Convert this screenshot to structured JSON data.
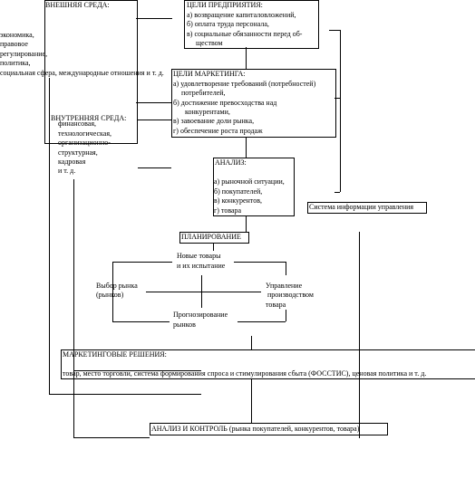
{
  "external_env": {
    "title": "ВНЕШНЯЯ СРЕДА:",
    "items": [
      "экономика,",
      "правовое",
      "регулирование,",
      "политика,",
      "социальная сфера, международные отношения и т. д."
    ]
  },
  "internal_env": {
    "title": "ВНУТРЕННЯЯ СРЕДА:",
    "items": [
      "финансовая,",
      "технологическая,",
      "организационно-",
      "структурная,",
      "кадровая",
      "и т. д."
    ]
  },
  "enterprise_goals": {
    "title": "ЦЕЛИ ПРЕДПРИЯТИЯ:",
    "items": [
      "а) возвращение капиталовложений,",
      "б) оплата труда персонала,",
      "в) социальные обязанности перед об-",
      "ществом"
    ]
  },
  "marketing_goals": {
    "title": "ЦЕЛИ МАРКЕТИНГА:",
    "items": [
      "а) удовлетворение требований (потребностей)",
      "потребителей,",
      "б) достижение превосходства над",
      "конкурентами,",
      "в) завоевание доли рынка,",
      "г) обеспечение роста продаж"
    ]
  },
  "analysis": {
    "title": "АНАЛИЗ:",
    "items": [
      "а) рыночной ситуации,",
      "б) покупателей,",
      "в) конкурентов,",
      "г) товара"
    ]
  },
  "info_system": "Система информации управления",
  "planning": {
    "title": "ПЛАНИРОВАНИЕ",
    "new_products": [
      "Новые товары",
      "и их испытание"
    ],
    "market_choice": [
      "Выбор рынка",
      "(рынков)"
    ],
    "product_management": [
      "Управление",
      "производством",
      "товара"
    ],
    "forecasting": [
      "Прогнозирование",
      "рынков"
    ]
  },
  "marketing_decisions": {
    "title": "МАРКЕТИНГОВЫЕ РЕШЕНИЯ:",
    "text": "товар, место торговли, система формирования спроса и стимулирования сбыта (ФОССТИС), ценовая политика и т. д."
  },
  "control": "АНАЛИЗ И КОНТРОЛЬ (рынка покупателей, конкурентов, товара)"
}
